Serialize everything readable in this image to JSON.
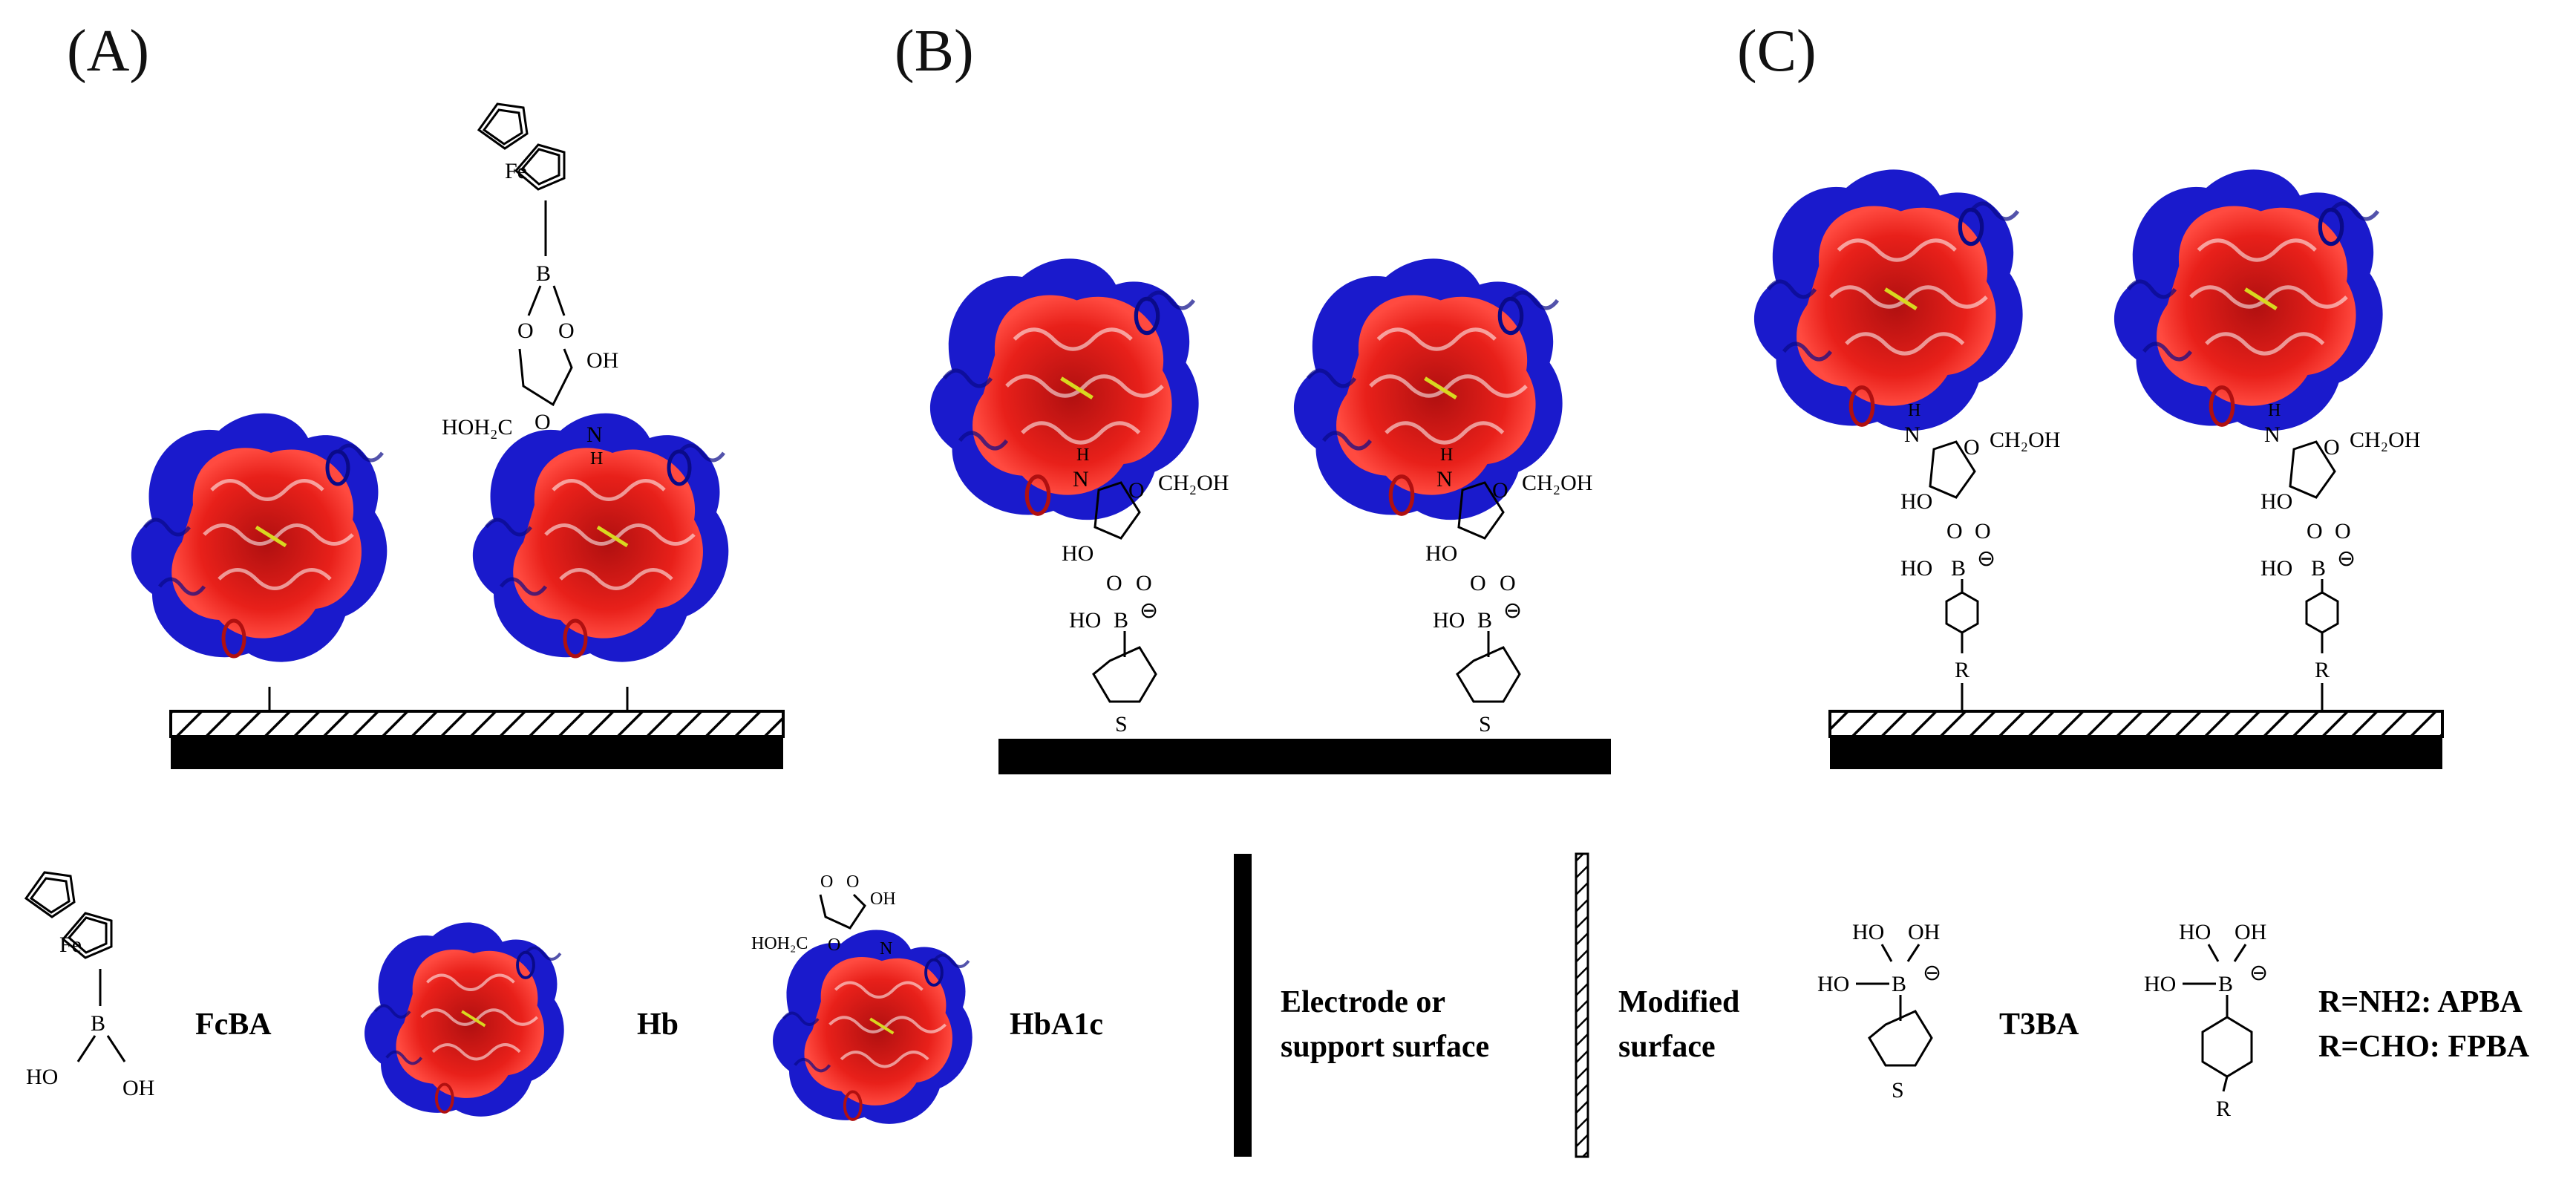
{
  "panels": {
    "a_label": "(A)",
    "b_label": "(B)",
    "c_label": "(C)"
  },
  "chem": {
    "fe": "Fe",
    "b": "B",
    "o": "O",
    "oh": "OH",
    "ho": "HO",
    "hoh2c": "HOH₂C",
    "ch2oh": "CH₂OH",
    "n": "N",
    "h": "H",
    "s": "S",
    "r": "R",
    "minus": "⊖"
  },
  "legend": {
    "fcba": "FcBA",
    "hb": "Hb",
    "hba1c": "HbA1c",
    "electrode_line1": "Electrode or",
    "electrode_line2": "support surface",
    "modified_line1": "Modified",
    "modified_line2": "surface",
    "t3ba": "T3BA",
    "apba": "R=NH2: APBA",
    "fpba": "R=CHO: FPBA"
  },
  "colors": {
    "alpha_red": "#e8201a",
    "alpha_dark_red": "#b01010",
    "beta_blue": "#1a1acc",
    "beta_light_blue": "#4a5fd8",
    "heme_yellow": "#d8d820",
    "electrode_black": "#000000"
  },
  "icons": {
    "ferrocene": "ferrocene-icon",
    "protein": "hemoglobin-ribbon-icon",
    "thiophene": "thiophene-ring-icon",
    "benzene": "benzene-ring-icon"
  }
}
